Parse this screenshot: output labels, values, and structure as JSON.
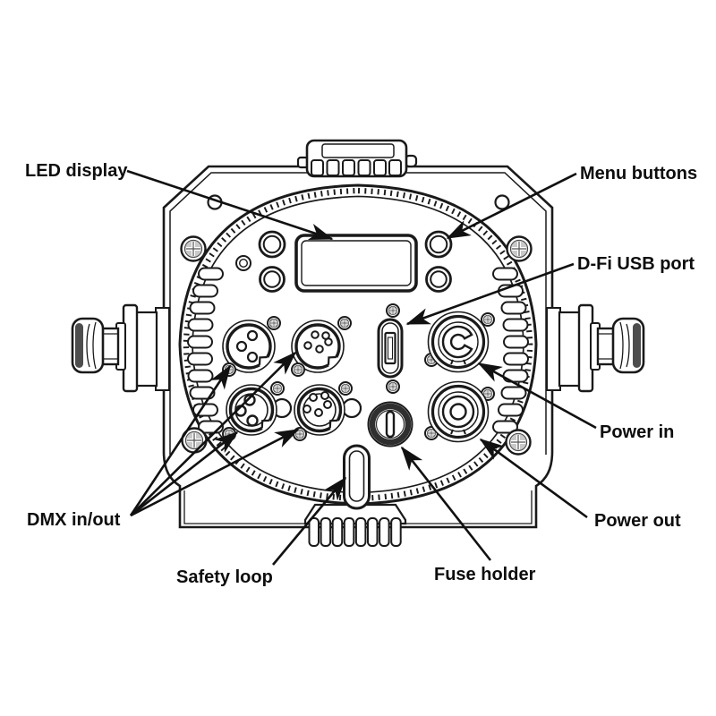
{
  "diagram": {
    "labels": {
      "led_display": "LED display",
      "menu_buttons": "Menu buttons",
      "dfi_usb_port": "D-Fi USB port",
      "power_in": "Power in",
      "power_out": "Power out",
      "dmx_in_out": "DMX in/out",
      "safety_loop": "Safety loop",
      "fuse_holder": "Fuse holder"
    },
    "colors": {
      "line": "#1a1a1a",
      "background": "#ffffff",
      "label_text": "#0d0d0d",
      "screw_fill": "#c9c9c9",
      "knob_shade": "#4d4d4d",
      "fuse_ring": "#2f2f2f"
    }
  }
}
